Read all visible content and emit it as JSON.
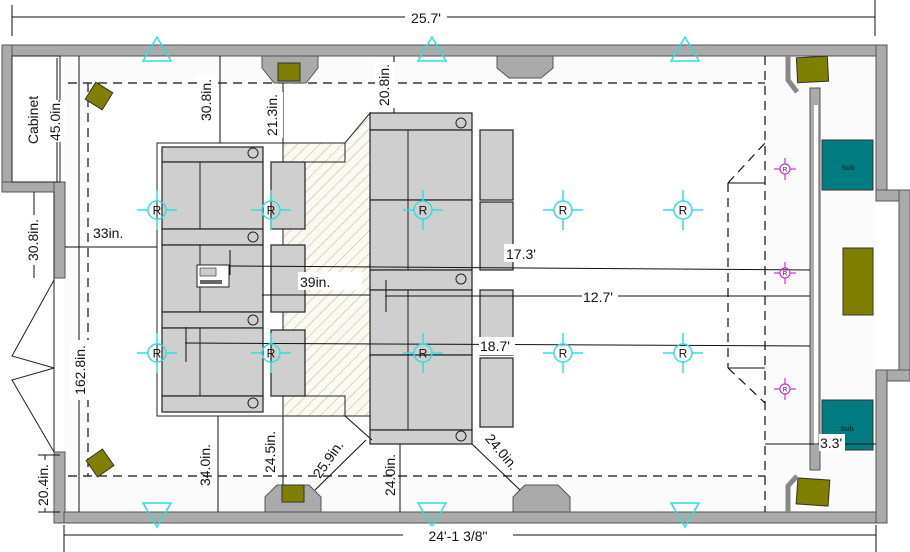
{
  "plan": {
    "overall_width_top": "25.7'",
    "overall_width_bottom": "24'-1 3/8\"",
    "cabinet_label": "Cabinet",
    "sub_label": "Sub",
    "recessed_light_label": "R",
    "dimensions": {
      "cabinet_depth": "45.0in.",
      "wall_to_door": "30.8in.",
      "aisle_left": "33in.",
      "front_row_to_wall": "30.8in.",
      "riser_to_wall": "21.3in.",
      "back_row_to_wall": "20.8in.",
      "row2_to_screen": "17.3'",
      "row_spacing": "39in.",
      "row1_to_screen": "12.7'",
      "rear_to_screen": "18.7'",
      "room_depth": "162.8in.",
      "front_row_to_bottom_wall": "34.0in.",
      "riser_to_bottom_speaker": "24.5in.",
      "diag_to_speaker": "25.9in.",
      "row2_to_bottom_wall": "24.0in.",
      "row2_corner_to_speaker": "24.0in.",
      "door_to_corner": "20.4in.",
      "stage_depth": "3.3'"
    },
    "colors": {
      "wall": "#aaaaaa",
      "seating": "#cfcfcf",
      "speaker": "#808000",
      "subwoofer": "#007c80",
      "ceiling_light": "#33dddd",
      "stage_light": "#cc33cc"
    }
  }
}
